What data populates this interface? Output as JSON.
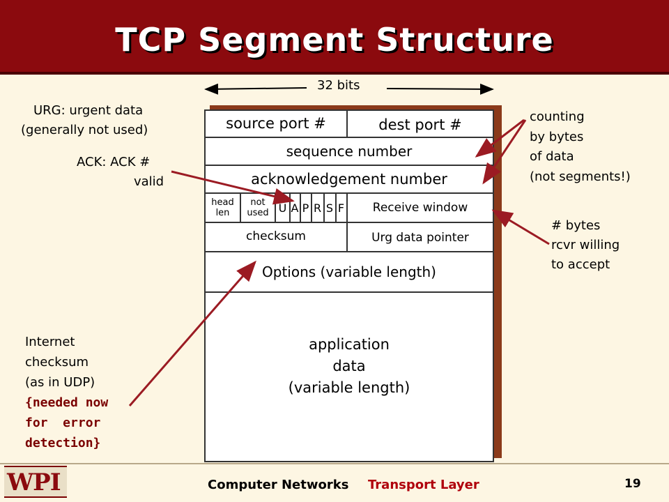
{
  "title": "TCP Segment Structure",
  "bits_label": "32 bits",
  "fields": {
    "source_port": "source port #",
    "dest_port": "dest port #",
    "sequence": "sequence number",
    "ack": "acknowledgement number",
    "head_len": [
      "head",
      "len"
    ],
    "not_used": [
      "not",
      "used"
    ],
    "flags": [
      "U",
      "A",
      "P",
      "R",
      "S",
      "F"
    ],
    "receive_window": "Receive window",
    "checksum": "checksum",
    "urg_pointer": "Urg data pointer",
    "options": "Options (variable length)",
    "app_data": [
      "application",
      "data",
      "(variable length)"
    ]
  },
  "annotations": {
    "urg": [
      "URG: urgent data",
      "(generally not used)"
    ],
    "ack": [
      "ACK: ACK #",
      "valid"
    ],
    "counting": [
      "counting",
      "by bytes",
      "of data",
      "(not segments!)"
    ],
    "rcvr": [
      "# bytes",
      "rcvr willing",
      "to accept"
    ],
    "internet_checksum": [
      "Internet",
      "checksum",
      "(as in UDP)"
    ],
    "needed": [
      "{needed now",
      "for  error",
      "detection}"
    ]
  },
  "footer": {
    "course": "Computer Networks",
    "topic": "Transport Layer",
    "page": "19",
    "logo": "WPI"
  },
  "colors": {
    "header": "#8b0a0e",
    "background": "#fdf6e3",
    "arrow": "#9b1b23",
    "accent_text": "#b0000b"
  }
}
